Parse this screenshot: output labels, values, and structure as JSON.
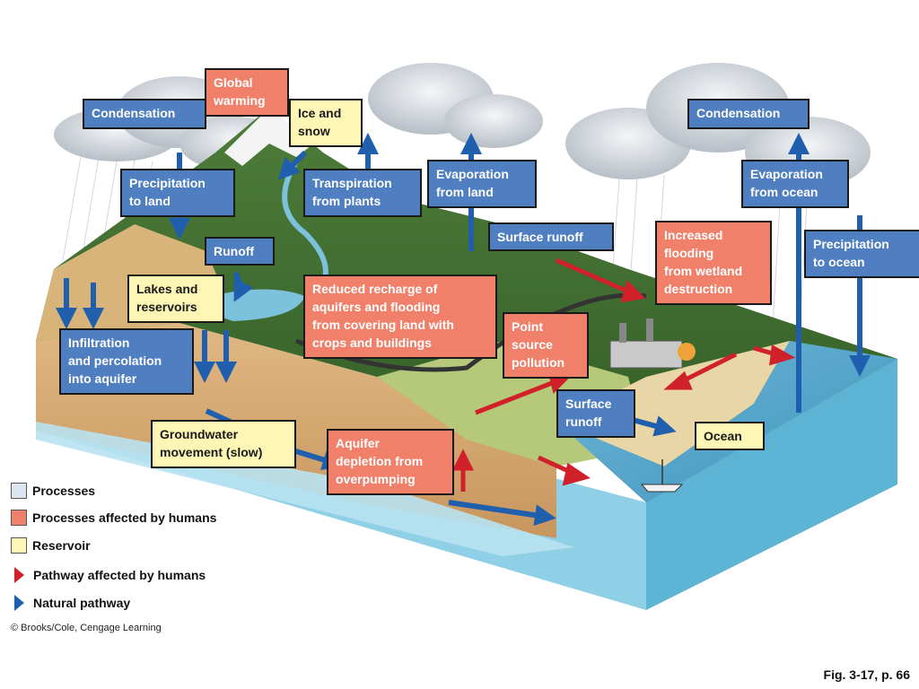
{
  "labels": {
    "condensation_left": "Condensation",
    "global_warming": "Global\nwarming",
    "ice_snow": "Ice and\nsnow",
    "condensation_right": "Condensation",
    "precip_land": "Precipitation\nto land",
    "transpiration": "Transpiration\nfrom plants",
    "evap_land": "Evaporation\nfrom land",
    "evap_ocean": "Evaporation\nfrom ocean",
    "surface_runoff_top": "Surface runoff",
    "increased_flooding": "Increased\nflooding\nfrom wetland\ndestruction",
    "precip_ocean": "Precipitation\nto ocean",
    "runoff": "Runoff",
    "lakes": "Lakes and\nreservoirs",
    "reduced_recharge": "Reduced recharge of\naquifers and flooding\nfrom covering land with\ncrops and buildings",
    "point_source": "Point\nsource\npollution",
    "infiltration": "Infiltration\nand percolation\ninto aquifer",
    "surface_runoff_bottom": "Surface\nrunoff",
    "groundwater": "Groundwater\nmovement (slow)",
    "aquifer_depletion": "Aquifer\ndepletion from\noverpumping",
    "ocean": "Ocean"
  },
  "legend": [
    {
      "label": "Processes",
      "kind": "swatch",
      "color": "#dce6f1"
    },
    {
      "label": "Processes affected by humans",
      "kind": "swatch",
      "color": "#f0806a"
    },
    {
      "label": "Reservoir",
      "kind": "swatch",
      "color": "#fdf6b4"
    },
    {
      "label": "Pathway affected by humans",
      "kind": "arrow",
      "color": "#d0202a"
    },
    {
      "label": "Natural pathway",
      "kind": "arrow",
      "color": "#1f5fae"
    }
  ],
  "credit": "© Brooks/Cole, Cengage Learning",
  "figure_ref": "Fig. 3-17, p. 66",
  "colors": {
    "process": "#4f7fc0",
    "human": "#f0806a",
    "reservoir": "#fdf6b4",
    "natural_arrow": "#1f5fae",
    "human_arrow": "#d0202a"
  }
}
